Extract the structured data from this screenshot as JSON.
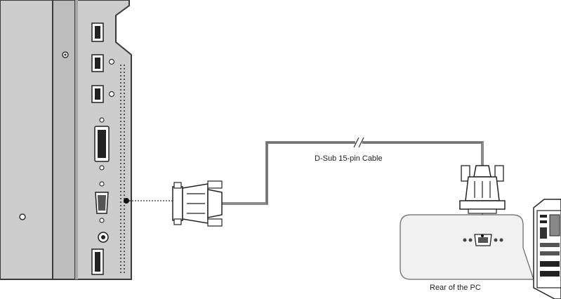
{
  "diagram": {
    "cable_label": "D-Sub 15-pin Cable",
    "pc_label": "Rear of the PC"
  },
  "colors": {
    "panel": "#c9c9c9",
    "panel_dark": "#a8a8a8",
    "cable": "#8a8a8a",
    "outline": "#3a3a3a",
    "port": "#1e1e1e"
  },
  "icons": [
    "monitor-rear-panel",
    "displayport-icon",
    "hdmi-icon",
    "dvi-icon",
    "vga-icon",
    "audio-jack-icon",
    "dsub-connector-icon",
    "pc-tower-icon"
  ]
}
